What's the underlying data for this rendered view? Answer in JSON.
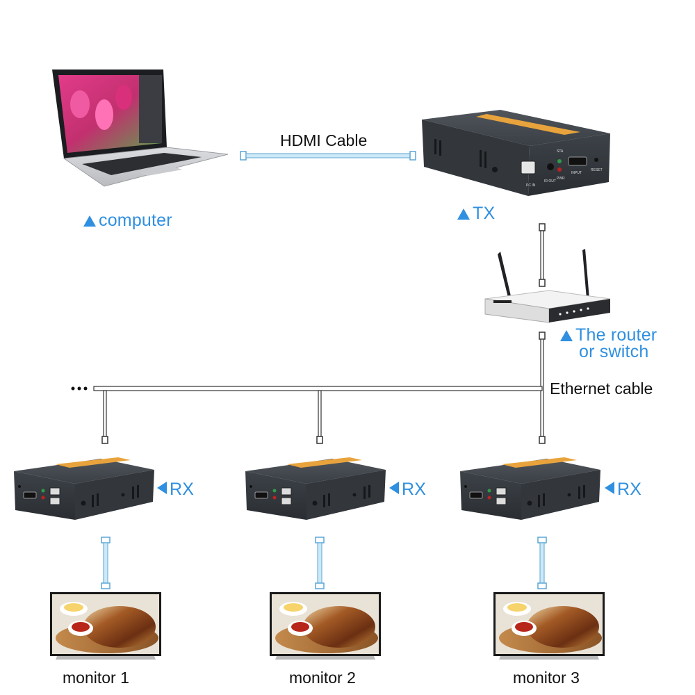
{
  "labels": {
    "hdmi_cable": "HDMI Cable",
    "computer": "computer",
    "tx": "TX",
    "router_line1": "The router",
    "router_line2": "or switch",
    "ethernet_cable": "Ethernet cable",
    "rx": "RX",
    "monitor_1": "monitor 1",
    "monitor_2": "monitor 2",
    "monitor_3": "monitor 3"
  },
  "device_port_text": {
    "tx_pc_in": "PC IN",
    "tx_ir_out": "IR OUT",
    "tx_pwr": "PWR",
    "tx_sta": "STA",
    "tx_input": "INPUT",
    "tx_reset": "RESET"
  },
  "colors": {
    "label_blue": "#2f8fe0",
    "cable_blue": "#7fc4ea",
    "device_body": "#3a3f45",
    "device_gold": "#e8a33c"
  }
}
